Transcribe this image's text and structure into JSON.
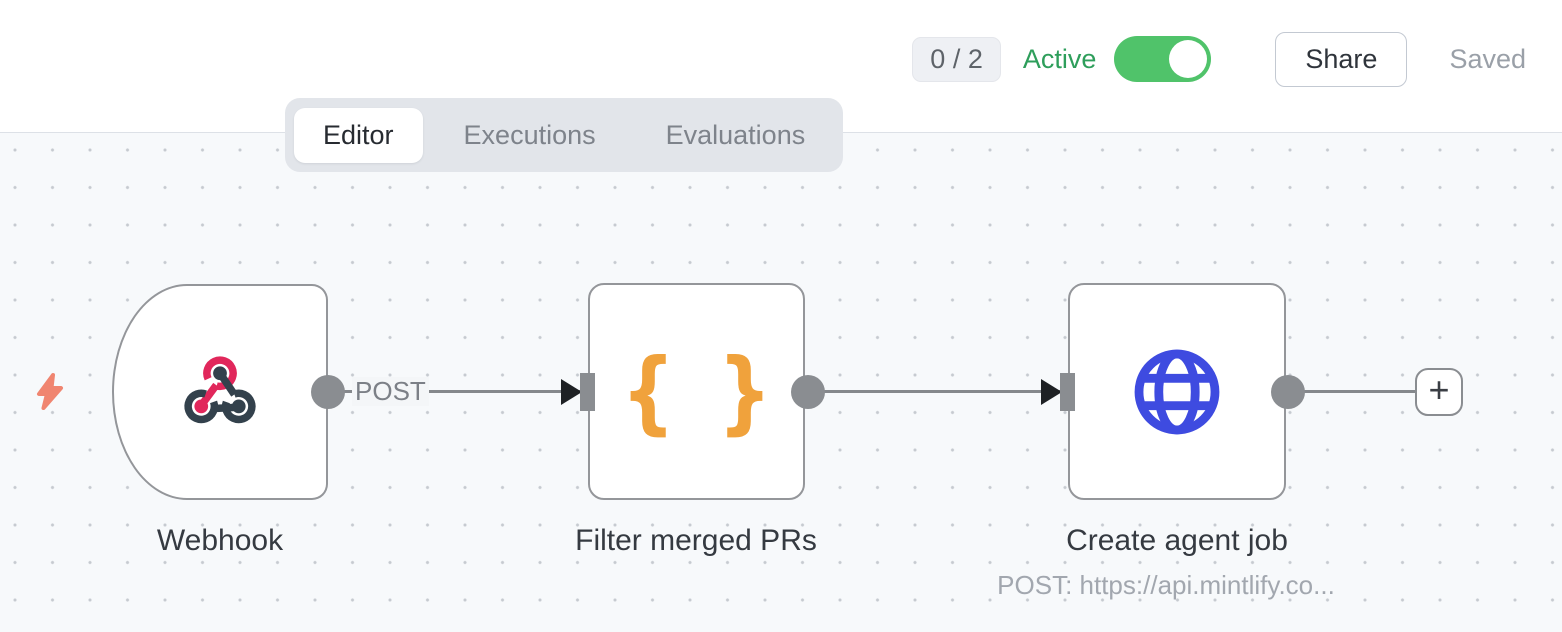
{
  "header": {
    "execution_count": "0 / 2",
    "active_label": "Active",
    "active_on": true,
    "share_label": "Share",
    "saved_label": "Saved"
  },
  "tabs": [
    {
      "label": "Editor",
      "active": true
    },
    {
      "label": "Executions",
      "active": false
    },
    {
      "label": "Evaluations",
      "active": false
    }
  ],
  "workflow": {
    "nodes": [
      {
        "name": "Webhook",
        "icon": "webhook-icon",
        "shape": "trigger",
        "output_label": "POST"
      },
      {
        "name": "Filter merged PRs",
        "icon": "code-braces-icon"
      },
      {
        "name": "Create agent job",
        "icon": "globe-icon",
        "subtitle": "POST: https://api.mintlify.co..."
      }
    ],
    "braces_glyph": "{ }",
    "add_button_label": "+"
  },
  "colors": {
    "canvas_bg": "#f7f9fb",
    "grid_dot": "#c6cad0",
    "node_border": "#94969a",
    "connector_gray": "#8a8d91",
    "wire_gray": "#85888c",
    "arrow_dark": "#1e2124",
    "webhook_pink": "#e1275b",
    "webhook_slate": "#33414c",
    "braces_orange": "#f0a23c",
    "globe_blue": "#3e4be0",
    "bolt_coral": "#f08570",
    "toggle_green": "#50c36a",
    "active_text_green": "#2e9e5b"
  }
}
